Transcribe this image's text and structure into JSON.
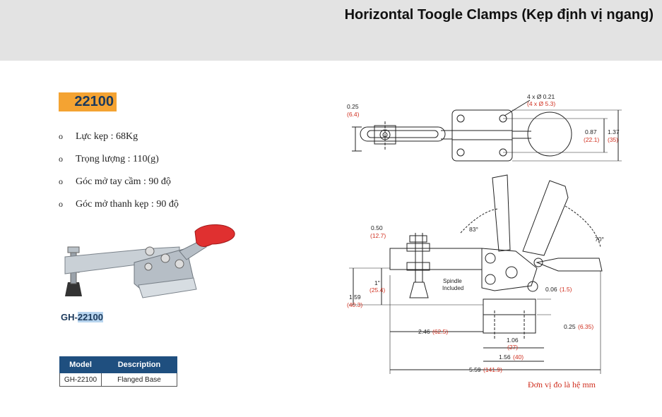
{
  "header": {
    "title": "Horizontal Toogle Clamps (Kẹp định vị ngang)"
  },
  "product": {
    "model": "22100",
    "specs": [
      {
        "bullet": "o",
        "text": "Lực kẹp : 68Kg"
      },
      {
        "bullet": "o",
        "text": "Trọng lượng : 110(g)"
      },
      {
        "bullet": "o",
        "text": "Góc mở tay cầm : 90 độ"
      },
      {
        "bullet": "o",
        "text": "Góc mở thanh kẹp : 90 độ"
      }
    ],
    "part_prefix": "GH-",
    "part_number": "22100",
    "photo_label": "GH-22100"
  },
  "table": {
    "headers": [
      "Model",
      "Description"
    ],
    "rows": [
      [
        "GH-22100",
        "Flanged Base"
      ]
    ]
  },
  "drawing": {
    "top_view": {
      "width_in": "0.25",
      "width_mm": "(6.4)",
      "holes_in": "4 x Ø 0.21",
      "holes_mm": "(4 x Ø 5.3)",
      "inner_in": "0.87",
      "inner_mm": "(22.1)",
      "outer_in": "1.37",
      "outer_mm": "(35)"
    },
    "side_view": {
      "spindle_in": "0.50",
      "spindle_mm": "(12.7)",
      "handle_angle": "83°",
      "bar_angle": "70°",
      "spindle_label": "Spindle\nIncluded",
      "spindle_label_1": "Spindle",
      "spindle_label_2": "Included",
      "thread_in": "1\"",
      "thread_mm": "(25.4)",
      "height_in": "1.59",
      "height_mm": "(40.3)",
      "gap_in": "0.06",
      "gap_mm": "(1.5)",
      "base_th_in": "0.25",
      "base_th_mm": "(6.35)",
      "reach_in": "2.46",
      "reach_mm": "(62.5)",
      "hole_pitch_in": "1.06",
      "hole_pitch_mm": "(27)",
      "base_len_in": "1.56",
      "base_len_mm": "(40)",
      "total_in": "5.59",
      "total_mm": "(141.9)"
    },
    "unit_note": "Đơn vị đo là hệ mm"
  },
  "colors": {
    "accent_orange": "#f4a332",
    "navy": "#1c3a5c",
    "table_header": "#1f4f7f",
    "dim_red": "#d03020",
    "handle_red": "#e03030"
  }
}
